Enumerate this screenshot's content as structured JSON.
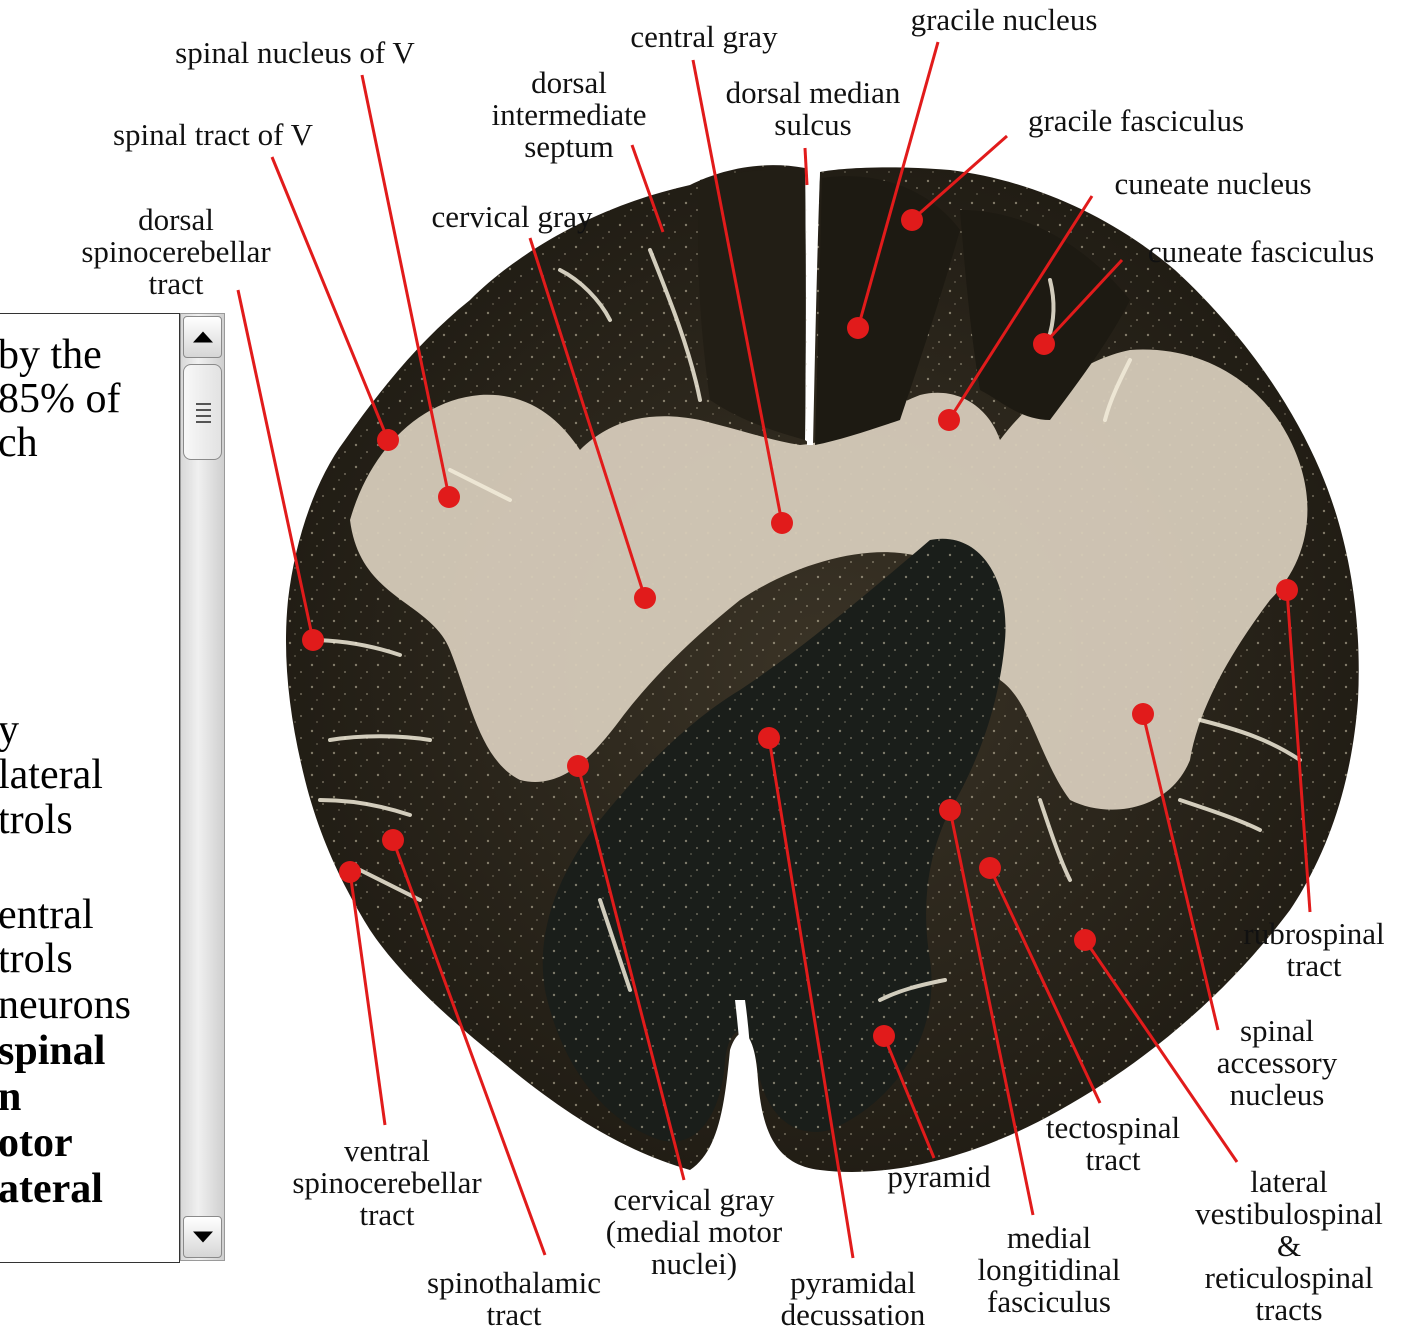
{
  "panel": {
    "lines": [
      {
        "text": "by the",
        "bold": false
      },
      {
        "text": " 85% of",
        "bold": false
      },
      {
        "text": "ch",
        "bold": false
      },
      {
        "text": "y",
        "bold": false
      },
      {
        "text": "lateral",
        "bold": false
      },
      {
        "text": "trols",
        "bold": false
      },
      {
        "text": "entral",
        "bold": false
      },
      {
        "text": "trols",
        "bold": false
      },
      {
        "text": "neurons",
        "bold": false
      },
      {
        "text": "spinal",
        "bold": true
      },
      {
        "text": "n",
        "bold": true
      },
      {
        "text": "otor",
        "bold": true
      },
      {
        "text": "ateral",
        "bold": true
      }
    ]
  },
  "scrollbar": {
    "up_icon": "arrow-up-icon",
    "down_icon": "arrow-down-icon",
    "thumb_icon": "grip-lines-icon"
  },
  "diagram": {
    "colors": {
      "pointer": "#e11b1b",
      "white_matter": "#2a241a",
      "gray_matter": "#d9cfbd",
      "pyramid": "#1a1e1a"
    },
    "labels": {
      "spinal_nucleus_v": [
        "spinal nucleus of V"
      ],
      "spinal_tract_v": [
        "spinal tract of V"
      ],
      "dorsal_spinocerebellar": [
        "dorsal",
        "spinocerebellar",
        "tract"
      ],
      "dorsal_intermediate_septum": [
        "dorsal",
        "intermediate",
        "septum"
      ],
      "central_gray": [
        "central gray"
      ],
      "cervical_gray": [
        "cervical gray"
      ],
      "dorsal_median_sulcus": [
        "dorsal median",
        "sulcus"
      ],
      "gracile_nucleus": [
        "gracile nucleus"
      ],
      "gracile_fasciculus": [
        "gracile fasciculus"
      ],
      "cuneate_nucleus": [
        "cuneate nucleus"
      ],
      "cuneate_fasciculus": [
        "cuneate fasciculus"
      ],
      "rubrospinal": [
        "rubrospinal",
        "tract"
      ],
      "spinal_accessory": [
        "spinal",
        "accessory",
        "nucleus"
      ],
      "lateral_vestibulospinal": [
        "lateral",
        "vestibulospinal",
        "&",
        "reticulospinal",
        "tracts"
      ],
      "tectospinal": [
        "tectospinal",
        "tract"
      ],
      "medial_longitudinal": [
        "medial",
        "longitidinal",
        "fasciculus"
      ],
      "pyramid": [
        "pyramid"
      ],
      "pyramidal_decussation": [
        "pyramidal",
        "decussation"
      ],
      "cervical_gray_medial": [
        "cervical gray",
        "(medial motor",
        "nuclei)"
      ],
      "spinothalamic": [
        "spinothalamic",
        "tract"
      ],
      "ventral_spinocerebellar": [
        "ventral",
        "spinocerebellar",
        "tract"
      ]
    }
  }
}
